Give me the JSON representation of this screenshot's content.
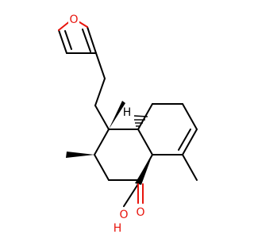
{
  "diagram": {
    "kind": "skeletal-formula",
    "colors": {
      "bond": "#000000",
      "oxygen": "#e8140c",
      "background": "#ffffff"
    },
    "atom_labels": {
      "furan_oxygen": "O",
      "carbonyl_oxygen": "O",
      "hydroxyl_oxygen": "O",
      "hydroxyl_hydrogen": "H",
      "ring_junction_hydrogen": "H"
    }
  }
}
